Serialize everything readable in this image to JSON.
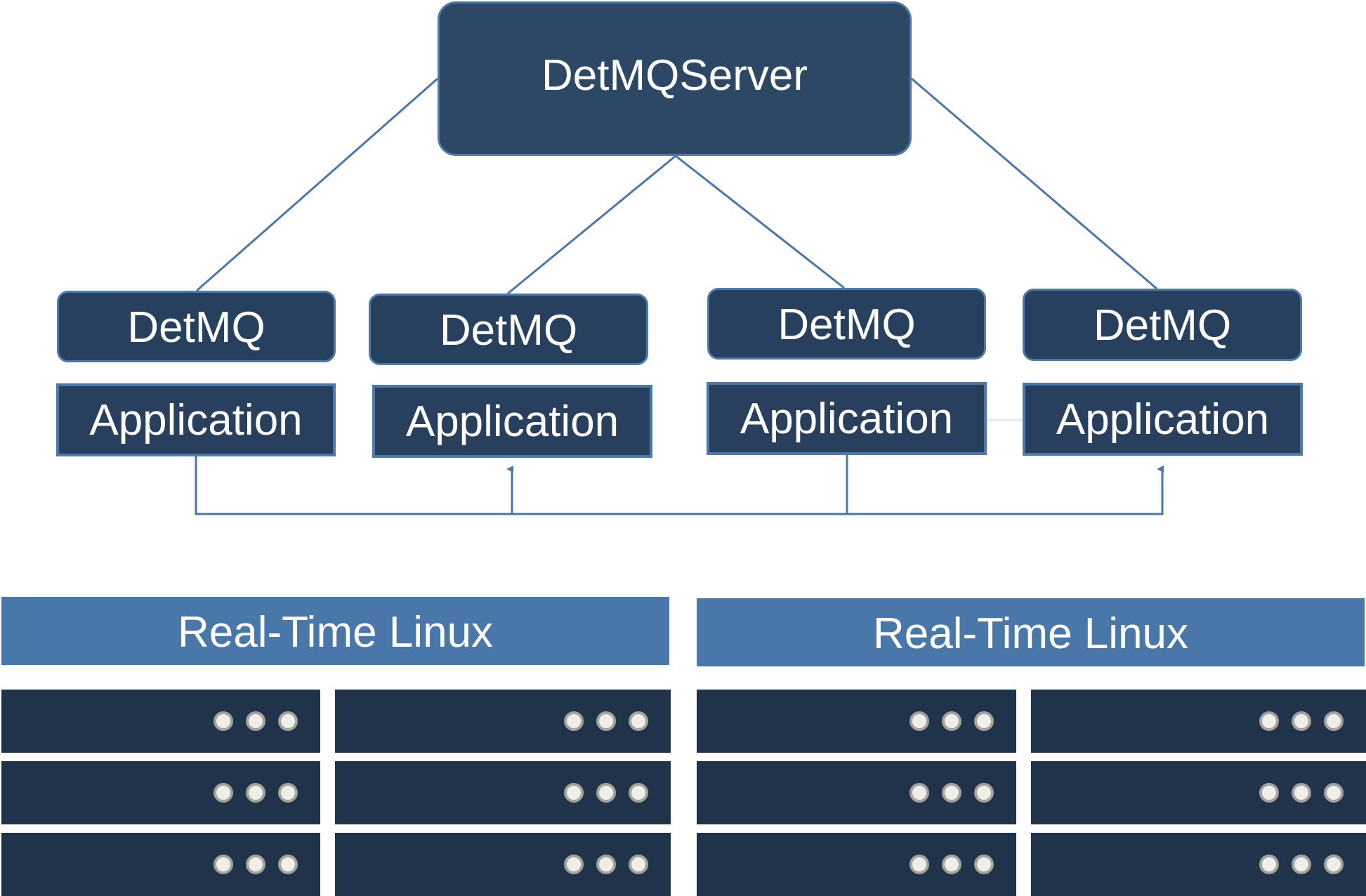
{
  "server": {
    "label": "DetMQServer"
  },
  "nodes": [
    {
      "middleware": "DetMQ",
      "app": "Application"
    },
    {
      "middleware": "DetMQ",
      "app": "Application"
    },
    {
      "middleware": "DetMQ",
      "app": "Application"
    },
    {
      "middleware": "DetMQ",
      "app": "Application"
    }
  ],
  "os_layers": [
    {
      "label": "Real-Time Linux"
    },
    {
      "label": "Real-Time Linux"
    }
  ],
  "colors": {
    "server_fill": "#2d4865",
    "box_fill": "#26405e",
    "border": "#4c79a9",
    "os_fill": "#4a77aa",
    "rack_fill": "#21334a",
    "led_fill": "#efeee9",
    "led_ring": "#a3a29c"
  }
}
